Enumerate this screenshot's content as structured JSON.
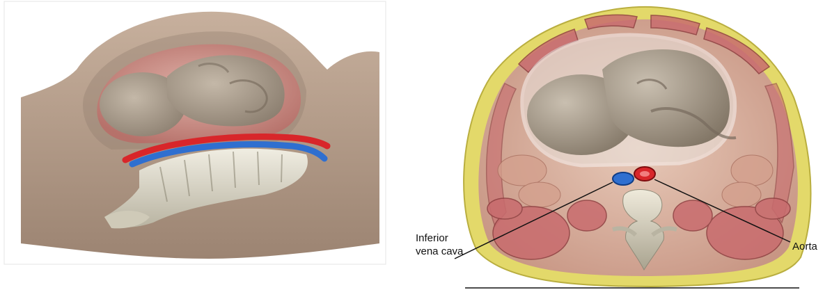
{
  "labels": {
    "inferior_vena_cava_line1": "Inferior",
    "inferior_vena_cava_line2": "vena cava",
    "aorta": "Aorta"
  },
  "colors": {
    "skin": "#b79f8c",
    "uterus": "#c98a84",
    "fetus": "#a89a8a",
    "aorta": "#d8262a",
    "vena_cava": "#2f6fd0",
    "spine": "#d8d4c4",
    "fat_layer": "#e3d96a",
    "muscle": "#c86c6e",
    "background": "#ffffff"
  },
  "icons": {
    "left_illustration": "pregnant-abdomen-sagittal-illustration",
    "right_illustration": "pregnant-abdomen-axial-cross-section-illustration"
  }
}
